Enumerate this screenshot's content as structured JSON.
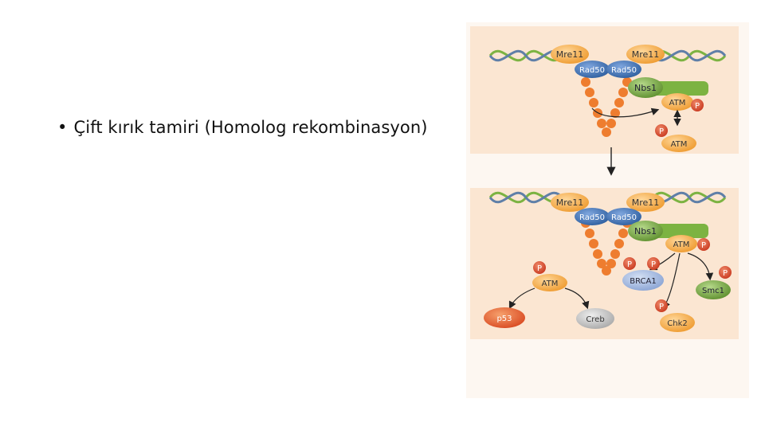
{
  "slide": {
    "bullet_symbol": "•",
    "bullet_text": "Çift kırık tamiri (Homolog rekombinasyon)"
  },
  "diagram": {
    "top_panel": {
      "mre11_left": "Mre11",
      "mre11_right": "Mre11",
      "rad50_left": "Rad50",
      "rad50_right": "Rad50",
      "nbs1": "Nbs1",
      "atm_phospho": "ATM",
      "atm_phospho_p": "P",
      "atm_free_p": "P",
      "atm_free": "ATM"
    },
    "bottom_panel": {
      "mre11_left": "Mre11",
      "mre11_right": "Mre11",
      "rad50_left": "Rad50",
      "rad50_right": "Rad50",
      "nbs1": "Nbs1",
      "atm_bound": "ATM",
      "atm_bound_p": "P",
      "atm_left_p": "P",
      "atm_left": "ATM",
      "brca1_p1": "P",
      "brca1_p2": "P",
      "brca1": "BRCA1",
      "smc1_p": "P",
      "smc1": "Smc1",
      "chk2_p": "P",
      "chk2": "Chk2",
      "p53": "p53",
      "creb": "Creb"
    },
    "colors": {
      "panel_bg": "#fbe9d8",
      "dna_green": "#7cb342",
      "mre11": "#f4a93c",
      "rad50": "#3b6fb0",
      "nbs1": "#6f9f3a",
      "atm": "#f2a33a",
      "phospho": "#d9452b",
      "brca1": "#8fa9d6",
      "smc1": "#7bb24a",
      "chk2": "#f2a33a",
      "p53": "#e2582c",
      "creb": "#b9b9b9",
      "chain_beads": "#ee7d2f"
    }
  }
}
